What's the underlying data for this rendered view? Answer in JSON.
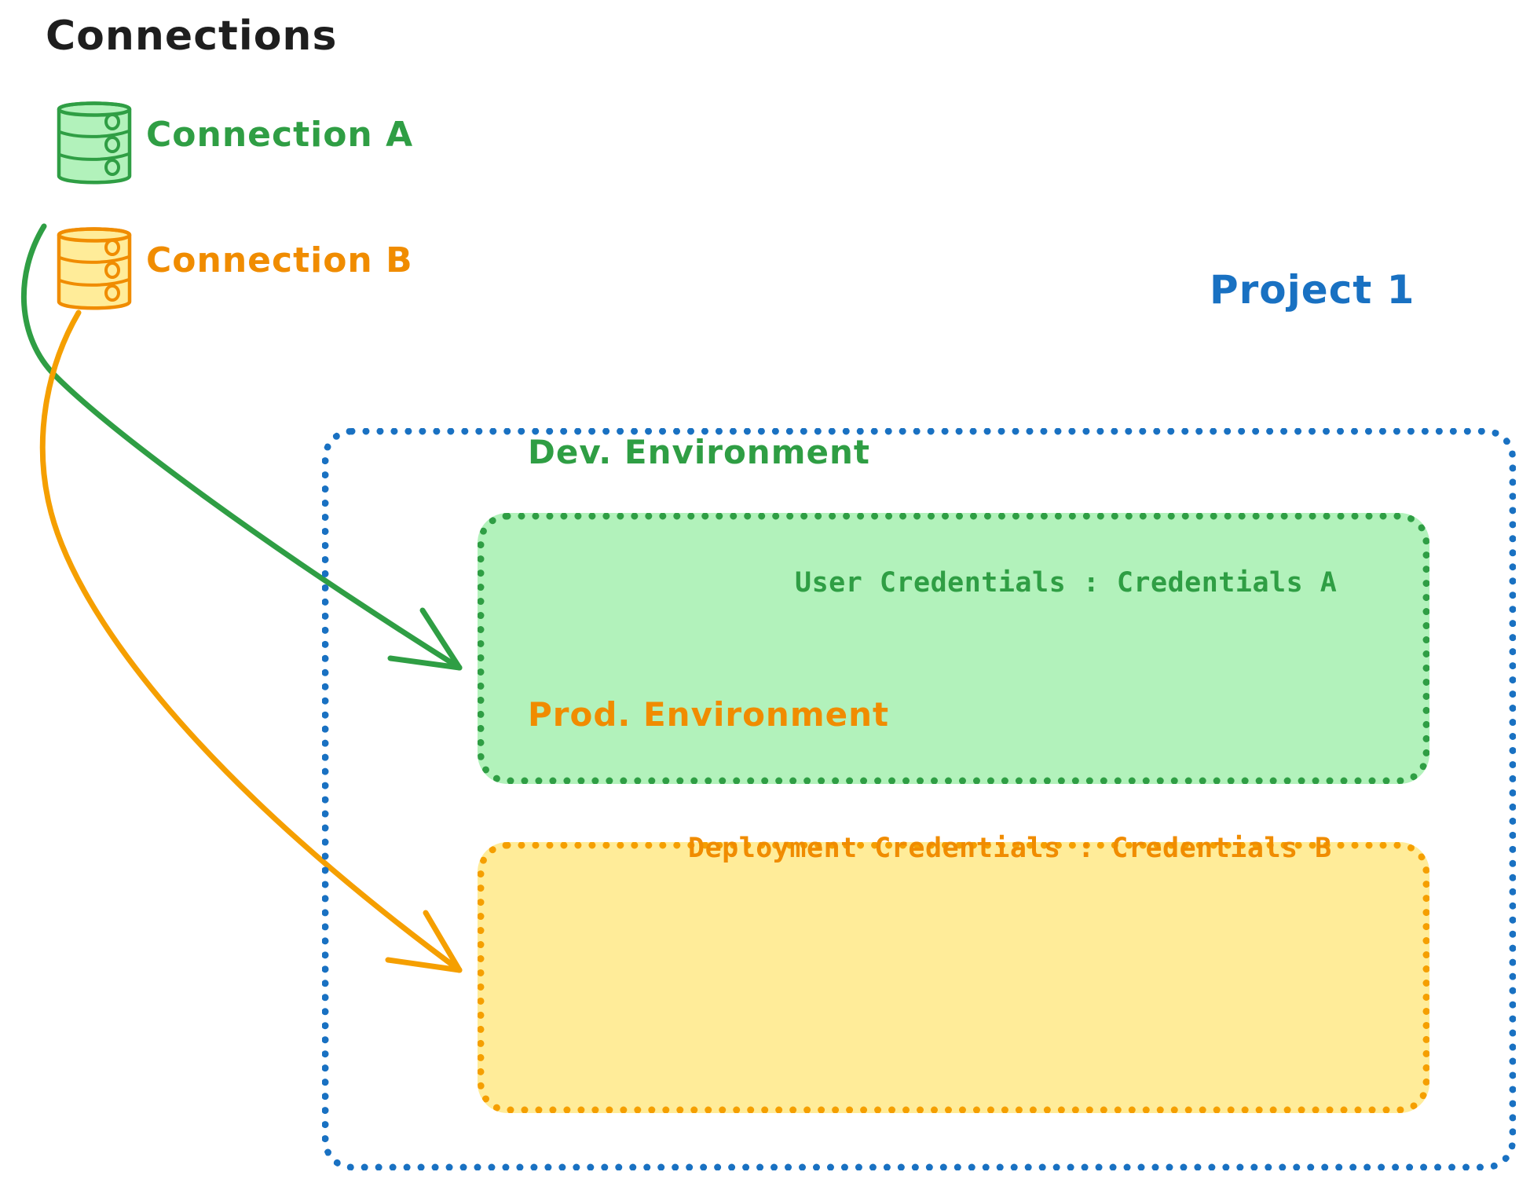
{
  "diagram": {
    "title": "Connections",
    "background": "#ffffff",
    "colors": {
      "green_stroke": "#2f9e44",
      "green_fill": "#b2f2bb",
      "orange_stroke": "#f08c00",
      "orange_border": "#f59f00",
      "orange_fill": "#ffec99",
      "blue_stroke": "#1971c2",
      "text_black": "#1e1e1e"
    }
  },
  "connections": {
    "heading": "Connections",
    "items": [
      {
        "id": "connection-a",
        "label": "Connection A",
        "icon": "database-icon",
        "color": "#2f9e44"
      },
      {
        "id": "connection-b",
        "label": "Connection B",
        "icon": "database-icon",
        "color": "#f08c00"
      }
    ]
  },
  "project": {
    "label": "Project 1",
    "color": "#1971c2",
    "environments": [
      {
        "id": "dev-environment",
        "title": "Dev. Environment",
        "credential_key": "User Credentials",
        "credential_separator": ":",
        "credential_value": "Credentials A",
        "credential_line": "User Credentials : Credentials A",
        "color": "#2f9e44",
        "fill": "#b2f2bb"
      },
      {
        "id": "prod-environment",
        "title": "Prod. Environment",
        "credential_key": "Deployment Credentials",
        "credential_separator": ":",
        "credential_value": "Credentials B",
        "credential_line": "Deployment Credentials : Credentials B",
        "color": "#f08c00",
        "fill": "#ffec99"
      }
    ]
  },
  "arrows": [
    {
      "id": "arrow-connection-a-to-dev",
      "from": "Connection A",
      "to": "Dev. Environment",
      "color": "#2f9e44"
    },
    {
      "id": "arrow-connection-b-to-prod",
      "from": "Connection B",
      "to": "Prod. Environment",
      "color": "#f08c00"
    }
  ]
}
